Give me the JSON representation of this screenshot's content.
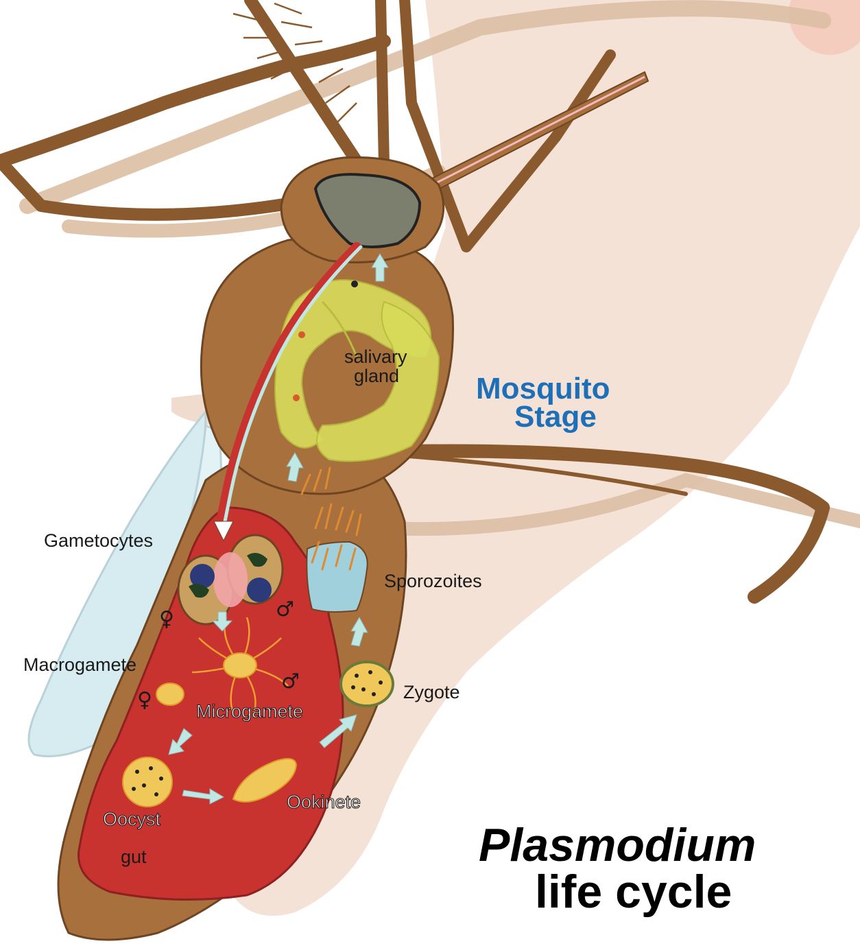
{
  "title": {
    "line1": "Plasmodium",
    "line2": "life cycle"
  },
  "stage_label": {
    "line1": "Mosquito",
    "line2": "Stage"
  },
  "labels": {
    "salivary_gland_1": "salivary",
    "salivary_gland_2": "gland",
    "gametocytes": "Gametocytes",
    "sporozoites": "Sporozoites",
    "macrogamete": "Macrogamete",
    "microgamete": "Microgamete",
    "zygote": "Zygote",
    "ookinete": "Ookinete",
    "oocyst": "Oocyst",
    "gut": "gut"
  },
  "symbols": {
    "female": "♀",
    "male": "♂"
  },
  "colors": {
    "mosquito_body": "#a8703d",
    "mosquito_outline": "#6e4522",
    "gut_red": "#c8322f",
    "salivary_gland": "#d8dc5a",
    "wing": "#d6ecf0",
    "skin": "#f3ddcf",
    "arrow": "#bfe8e4",
    "stage_blue": "#1d6fb8"
  }
}
